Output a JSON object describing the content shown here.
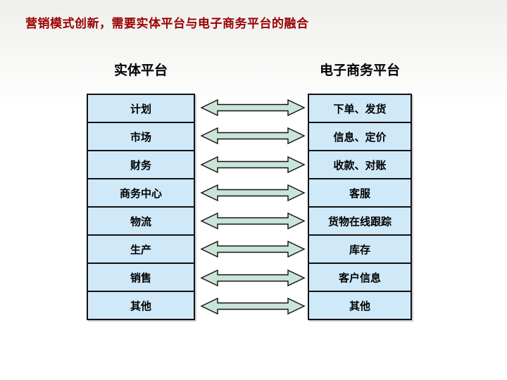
{
  "title": "营销模式创新，需要实体平台与电子商务平台的融合",
  "left_header": "实体平台",
  "right_header": "电子商务平台",
  "rows": [
    {
      "left": "计划",
      "right": "下单、发货"
    },
    {
      "left": "市场",
      "right": "信息、定价"
    },
    {
      "left": "财务",
      "right": "收款、对账"
    },
    {
      "left": "商务中心",
      "right": "客服"
    },
    {
      "left": "物流",
      "right": "货物在线跟踪"
    },
    {
      "left": "生产",
      "right": "库存"
    },
    {
      "left": "销售",
      "right": "客户信息"
    },
    {
      "left": "其他",
      "right": "其他"
    }
  ],
  "colors": {
    "title_text": "#990000",
    "cell_fill": "#cfe9f9",
    "arrow_fill": "#c9e5d7",
    "border": "#111111"
  }
}
